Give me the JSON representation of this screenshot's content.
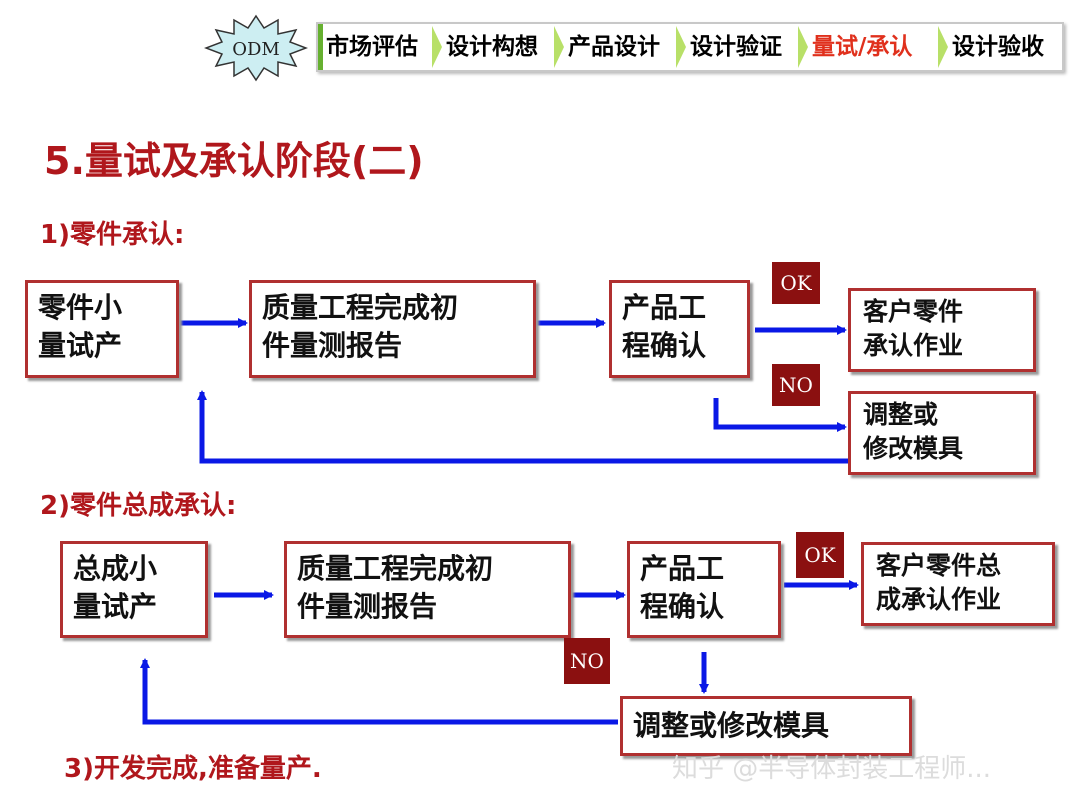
{
  "nav": {
    "badge": "ODM",
    "steps": [
      "市场评估",
      "设计构想",
      "产品设计",
      "设计验证",
      "量试/承认",
      "设计验收"
    ],
    "active_index": 4
  },
  "title": "5.量试及承认阶段(二)",
  "section1": {
    "heading": "1)零件承认:",
    "box1": [
      "零件小",
      "量试产"
    ],
    "box2": [
      "质量工程完成初",
      "件量测报告"
    ],
    "box3": [
      "产品工",
      "程确认"
    ],
    "box_ok": [
      "客户零件",
      "承认作业"
    ],
    "box_no": [
      "调整或",
      "修改模具"
    ],
    "ok_label": "OK",
    "no_label": "NO"
  },
  "section2": {
    "heading": "2)零件总成承认:",
    "box1": [
      "总成小",
      "量试产"
    ],
    "box2": [
      "质量工程完成初",
      "件量测报告"
    ],
    "box3": [
      "产品工",
      "程确认"
    ],
    "box_ok": [
      "客户零件总",
      "成承认作业"
    ],
    "box_no": "调整或修改模具",
    "ok_label": "OK",
    "no_label": "NO"
  },
  "section3": {
    "heading": "3)开发完成,准备量产."
  },
  "watermark": "知乎 @半导体封装工程师...",
  "colors": {
    "heading": "#b0171c",
    "box_border": "#b03030",
    "arrow": "#0a18e6",
    "tag_bg": "#8b1010",
    "active_step": "#e0301c",
    "nav_accent": "#66b030"
  }
}
